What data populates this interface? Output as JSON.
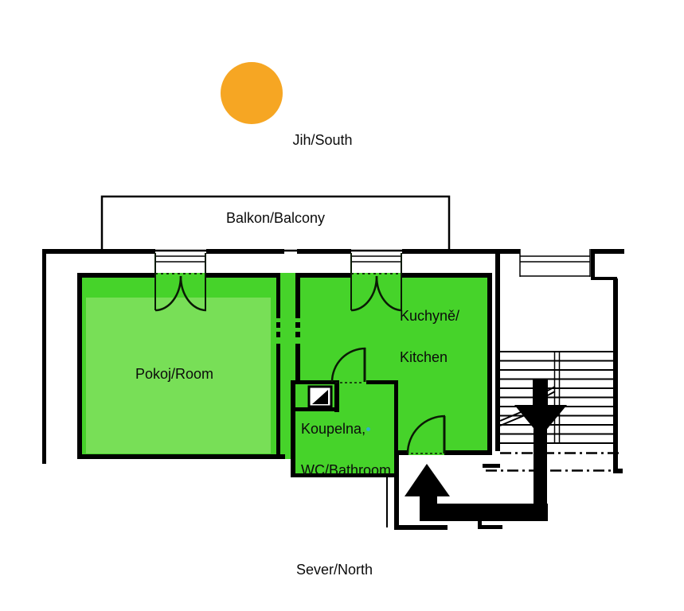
{
  "title": "Apartment floor plan",
  "compass": {
    "south_label": "Jih/South",
    "north_label": "Sever/North"
  },
  "rooms": {
    "balcony": {
      "label": "Balkon/Balcony"
    },
    "room": {
      "label": "Pokoj/Room"
    },
    "kitchen": {
      "label_line1": "Kuchyně/",
      "label_line2": "Kitchen"
    },
    "bathroom": {
      "label_line1": "Koupelna,",
      "label_line2": "WC/Bathroom"
    }
  },
  "colors": {
    "sun": "#F6A623",
    "room_fill": "#46D32A",
    "room_fill_light": "#78DF57",
    "line": "#000000",
    "bathroom_dot": "#2FB3C7",
    "background": "#FFFFFF"
  }
}
